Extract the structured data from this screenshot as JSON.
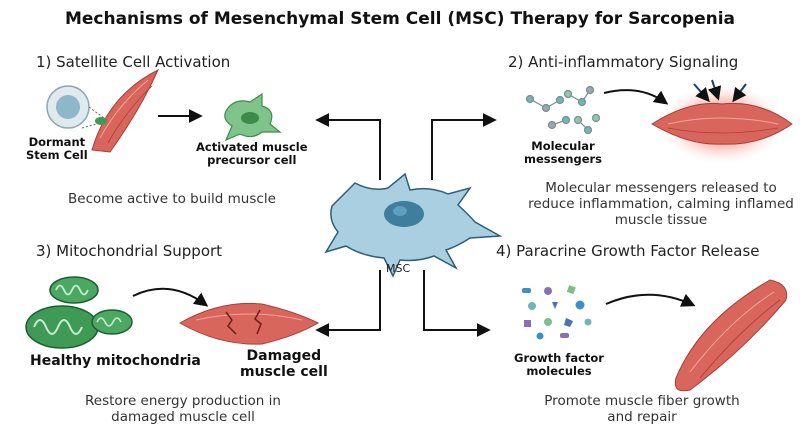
{
  "title": "Mechanisms of Mesenchymal Stem Cell (MSC) Therapy for Sarcopenia",
  "center": {
    "label": "MSC"
  },
  "panels": {
    "p1": {
      "heading": "1) Satellite Cell Activation",
      "dormant_label": [
        "Dormant",
        "Stem Cell"
      ],
      "activated_label": [
        "Activated muscle",
        "precursor cell"
      ],
      "description": "Become active to build muscle"
    },
    "p2": {
      "heading": "2) Anti-inflammatory Signaling",
      "messengers_label": [
        "Molecular",
        "messengers"
      ],
      "description": [
        "Molecular messengers released to",
        "reduce inflammation, calming inflamed",
        "muscle tissue"
      ]
    },
    "p3": {
      "heading": "3) Mitochondrial Support",
      "mito_label": "Healthy mitochondria",
      "damaged_label": [
        "Damaged",
        "muscle cell"
      ],
      "description": [
        "Restore energy production in",
        "damaged muscle cell"
      ]
    },
    "p4": {
      "heading": "4) Paracrine Growth Factor Release",
      "growth_label": [
        "Growth factor",
        "molecules"
      ],
      "description": [
        "Promote muscle fiber growth",
        "and repair"
      ]
    }
  },
  "colors": {
    "msc_fill": "#a9cfe0",
    "msc_stroke": "#2d5f78",
    "nucleus": "#3f7e9c",
    "muscle": "#d9665c",
    "muscle_dark": "#a83e36",
    "precursor": "#7fc48a",
    "mito": "#3f9a55",
    "mito_dark": "#1e5e32",
    "inflam": "#f08a7e"
  }
}
